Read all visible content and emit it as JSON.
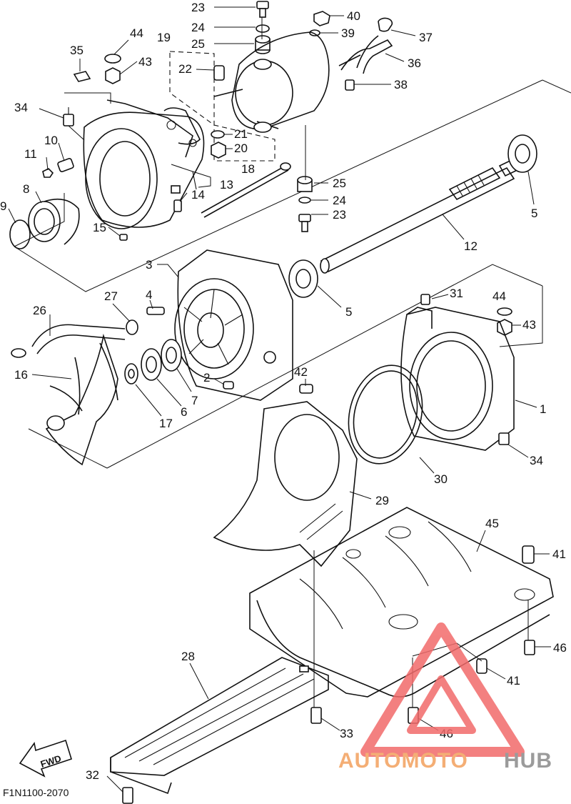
{
  "diagram": {
    "code": "F1N1100-2070",
    "fwd_label": "FWD",
    "callouts": [
      {
        "id": "c23a",
        "text": "23"
      },
      {
        "id": "c24a",
        "text": "24"
      },
      {
        "id": "c25a",
        "text": "25"
      },
      {
        "id": "c40",
        "text": "40"
      },
      {
        "id": "c39",
        "text": "39"
      },
      {
        "id": "c37",
        "text": "37"
      },
      {
        "id": "c36",
        "text": "36"
      },
      {
        "id": "c38",
        "text": "38"
      },
      {
        "id": "c44a",
        "text": "44"
      },
      {
        "id": "c19",
        "text": "19"
      },
      {
        "id": "c35",
        "text": "35"
      },
      {
        "id": "c43a",
        "text": "43"
      },
      {
        "id": "c22",
        "text": "22"
      },
      {
        "id": "c34a",
        "text": "34"
      },
      {
        "id": "c21",
        "text": "21"
      },
      {
        "id": "c20",
        "text": "20"
      },
      {
        "id": "c18",
        "text": "18"
      },
      {
        "id": "c10",
        "text": "10"
      },
      {
        "id": "c11",
        "text": "11"
      },
      {
        "id": "c13",
        "text": "13"
      },
      {
        "id": "c14",
        "text": "14"
      },
      {
        "id": "c8",
        "text": "8"
      },
      {
        "id": "c9",
        "text": "9"
      },
      {
        "id": "c15",
        "text": "15"
      },
      {
        "id": "c25b",
        "text": "25"
      },
      {
        "id": "c24b",
        "text": "24"
      },
      {
        "id": "c23b",
        "text": "23"
      },
      {
        "id": "c5a",
        "text": "5"
      },
      {
        "id": "c12",
        "text": "12"
      },
      {
        "id": "c3",
        "text": "3"
      },
      {
        "id": "c4",
        "text": "4"
      },
      {
        "id": "c27",
        "text": "27"
      },
      {
        "id": "c26",
        "text": "26"
      },
      {
        "id": "c5b",
        "text": "5"
      },
      {
        "id": "c31",
        "text": "31"
      },
      {
        "id": "c44b",
        "text": "44"
      },
      {
        "id": "c43b",
        "text": "43"
      },
      {
        "id": "c16",
        "text": "16"
      },
      {
        "id": "c2",
        "text": "2"
      },
      {
        "id": "c7",
        "text": "7"
      },
      {
        "id": "c6",
        "text": "6"
      },
      {
        "id": "c17",
        "text": "17"
      },
      {
        "id": "c42",
        "text": "42"
      },
      {
        "id": "c1",
        "text": "1"
      },
      {
        "id": "c34b",
        "text": "34"
      },
      {
        "id": "c30",
        "text": "30"
      },
      {
        "id": "c29",
        "text": "29"
      },
      {
        "id": "c45",
        "text": "45"
      },
      {
        "id": "c41a",
        "text": "41"
      },
      {
        "id": "c46a",
        "text": "46"
      },
      {
        "id": "c28",
        "text": "28"
      },
      {
        "id": "c41b",
        "text": "41"
      },
      {
        "id": "c33",
        "text": "33"
      },
      {
        "id": "c46b",
        "text": "46"
      },
      {
        "id": "c32",
        "text": "32"
      }
    ]
  },
  "watermark": {
    "word_part1": "AUTOMOTO",
    "word_part2": "HUB",
    "color_part1": "#f3a15e",
    "color_part2": "#8a8a8a",
    "triangle_color": "#f26b6b"
  }
}
